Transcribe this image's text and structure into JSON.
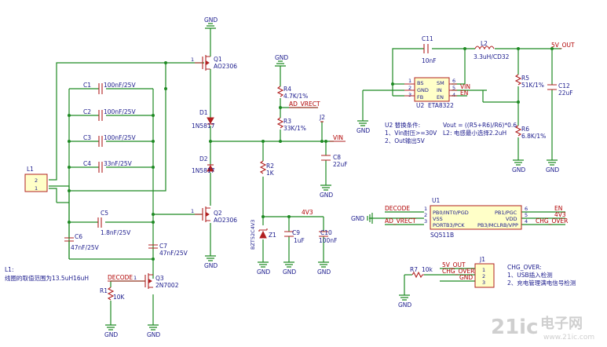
{
  "ground_label": "GND",
  "q1": {
    "ref": "Q1",
    "part": "AO2306"
  },
  "q2": {
    "ref": "Q2",
    "part": "AO2306"
  },
  "q3": {
    "ref": "Q3",
    "part": "2N7002"
  },
  "d1": {
    "ref": "D1",
    "part": "1N5817"
  },
  "d2": {
    "ref": "D2",
    "part": "1N5817"
  },
  "c1": {
    "ref": "C1",
    "value": "100nF/25V"
  },
  "c2": {
    "ref": "C2",
    "value": "100nF/25V"
  },
  "c3": {
    "ref": "C3",
    "value": "100nF/25V"
  },
  "c4": {
    "ref": "C4",
    "value": "33nF/25V"
  },
  "c5": {
    "ref": "C5",
    "value": "1.8nF/25V"
  },
  "c6": {
    "ref": "C6",
    "value": "47nF/25V"
  },
  "c7": {
    "ref": "C7",
    "value": "47nF/25V"
  },
  "c8": {
    "ref": "C8",
    "value": "22uF"
  },
  "c9": {
    "ref": "C9",
    "value": "1uF"
  },
  "c10": {
    "ref": "C10",
    "value": "100nF"
  },
  "c11": {
    "ref": "C11",
    "value": "10nF"
  },
  "c12": {
    "ref": "C12",
    "value": "22uF"
  },
  "r1": {
    "ref": "R1",
    "value": "10K"
  },
  "r2": {
    "ref": "R2",
    "value": "1K"
  },
  "r3": {
    "ref": "R3",
    "value": "33K/1%"
  },
  "r4": {
    "ref": "R4",
    "value": "4.7K/1%"
  },
  "r5": {
    "ref": "R5",
    "value": "51K/1%"
  },
  "r6": {
    "ref": "R6",
    "value": "6.8K/1%"
  },
  "r7": {
    "ref": "R7",
    "value": "10k"
  },
  "z1": {
    "ref": "Z1",
    "part": "BZT52C4V3"
  },
  "l1": {
    "ref": "L1",
    "pins": [
      "2",
      "1"
    ]
  },
  "l2": {
    "ref": "L2",
    "value": "3.3uH/CD32"
  },
  "j1": {
    "ref": "J1",
    "pins": [
      "1",
      "2",
      "3"
    ]
  },
  "j2": {
    "ref": "J2"
  },
  "u1": {
    "ref": "U1",
    "part": "SQ511B",
    "pin1": "PB0/INT0/PGD",
    "pin2": "VSS",
    "pin3": "PORTB3/PCK",
    "pin4": "PB3/MCLRB/VPP",
    "pin5": "VDD",
    "pin6": "PB1/PGC",
    "pin_numbers": [
      "1",
      "2",
      "3",
      "4",
      "5",
      "6"
    ]
  },
  "u2": {
    "ref": "U2",
    "part": "ETA8322",
    "pins": [
      "BS",
      "GND",
      "FB",
      "SM",
      "IN",
      "EN"
    ],
    "pin_numbers": [
      "1",
      "2",
      "3",
      "6",
      "5",
      "4"
    ]
  },
  "nets": {
    "ad_vrect": "AD_VRECT",
    "vin": "VIN",
    "v5_out": "5V_OUT",
    "en": "EN",
    "decode": "DECODE",
    "v4v3": "4V3",
    "chg_over": "CHG_OVER"
  },
  "notes": {
    "l1_line1": "L1:",
    "l1_line2": "线圈的取值范围为13.5uH16uH",
    "u2_title": "U2 替换条件:",
    "u2_cond1": "1、Vin耐压>=30V",
    "u2_cond2": "2、Out输出5V",
    "vout_formula": "Vout = ((R5+R6)/R6)*0.6",
    "l2_note": "L2: 电感最小选择2.2uH",
    "chg_title": "CHG_OVER:",
    "chg_1": "1、USB插入检测",
    "chg_2": "2、充电管理满电信号检测"
  },
  "watermark": {
    "logo": "21ic",
    "brand": "电子网",
    "url": "www.21ic.com"
  }
}
